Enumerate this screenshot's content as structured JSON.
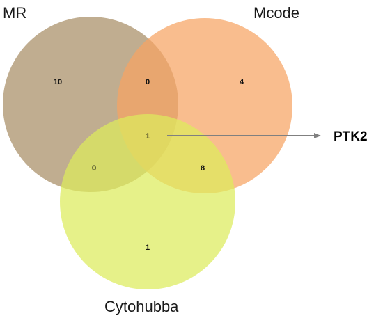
{
  "sets": [
    {
      "key": "mr",
      "label": "MR",
      "color": "#A78E65"
    },
    {
      "key": "mcode",
      "label": "Mcode",
      "color": "#F7A462"
    },
    {
      "key": "cytohubba",
      "label": "Cytohubba",
      "color": "#DCEB5C"
    }
  ],
  "regions": {
    "mr_only": "10",
    "mr_mcode": "0",
    "mcode_only": "4",
    "all_three": "1",
    "mr_cytohubba": "0",
    "mcode_cytohubba": "8",
    "cytohubba_only": "1"
  },
  "callout": {
    "label": "PTK2",
    "arrow_color": "#808080"
  }
}
